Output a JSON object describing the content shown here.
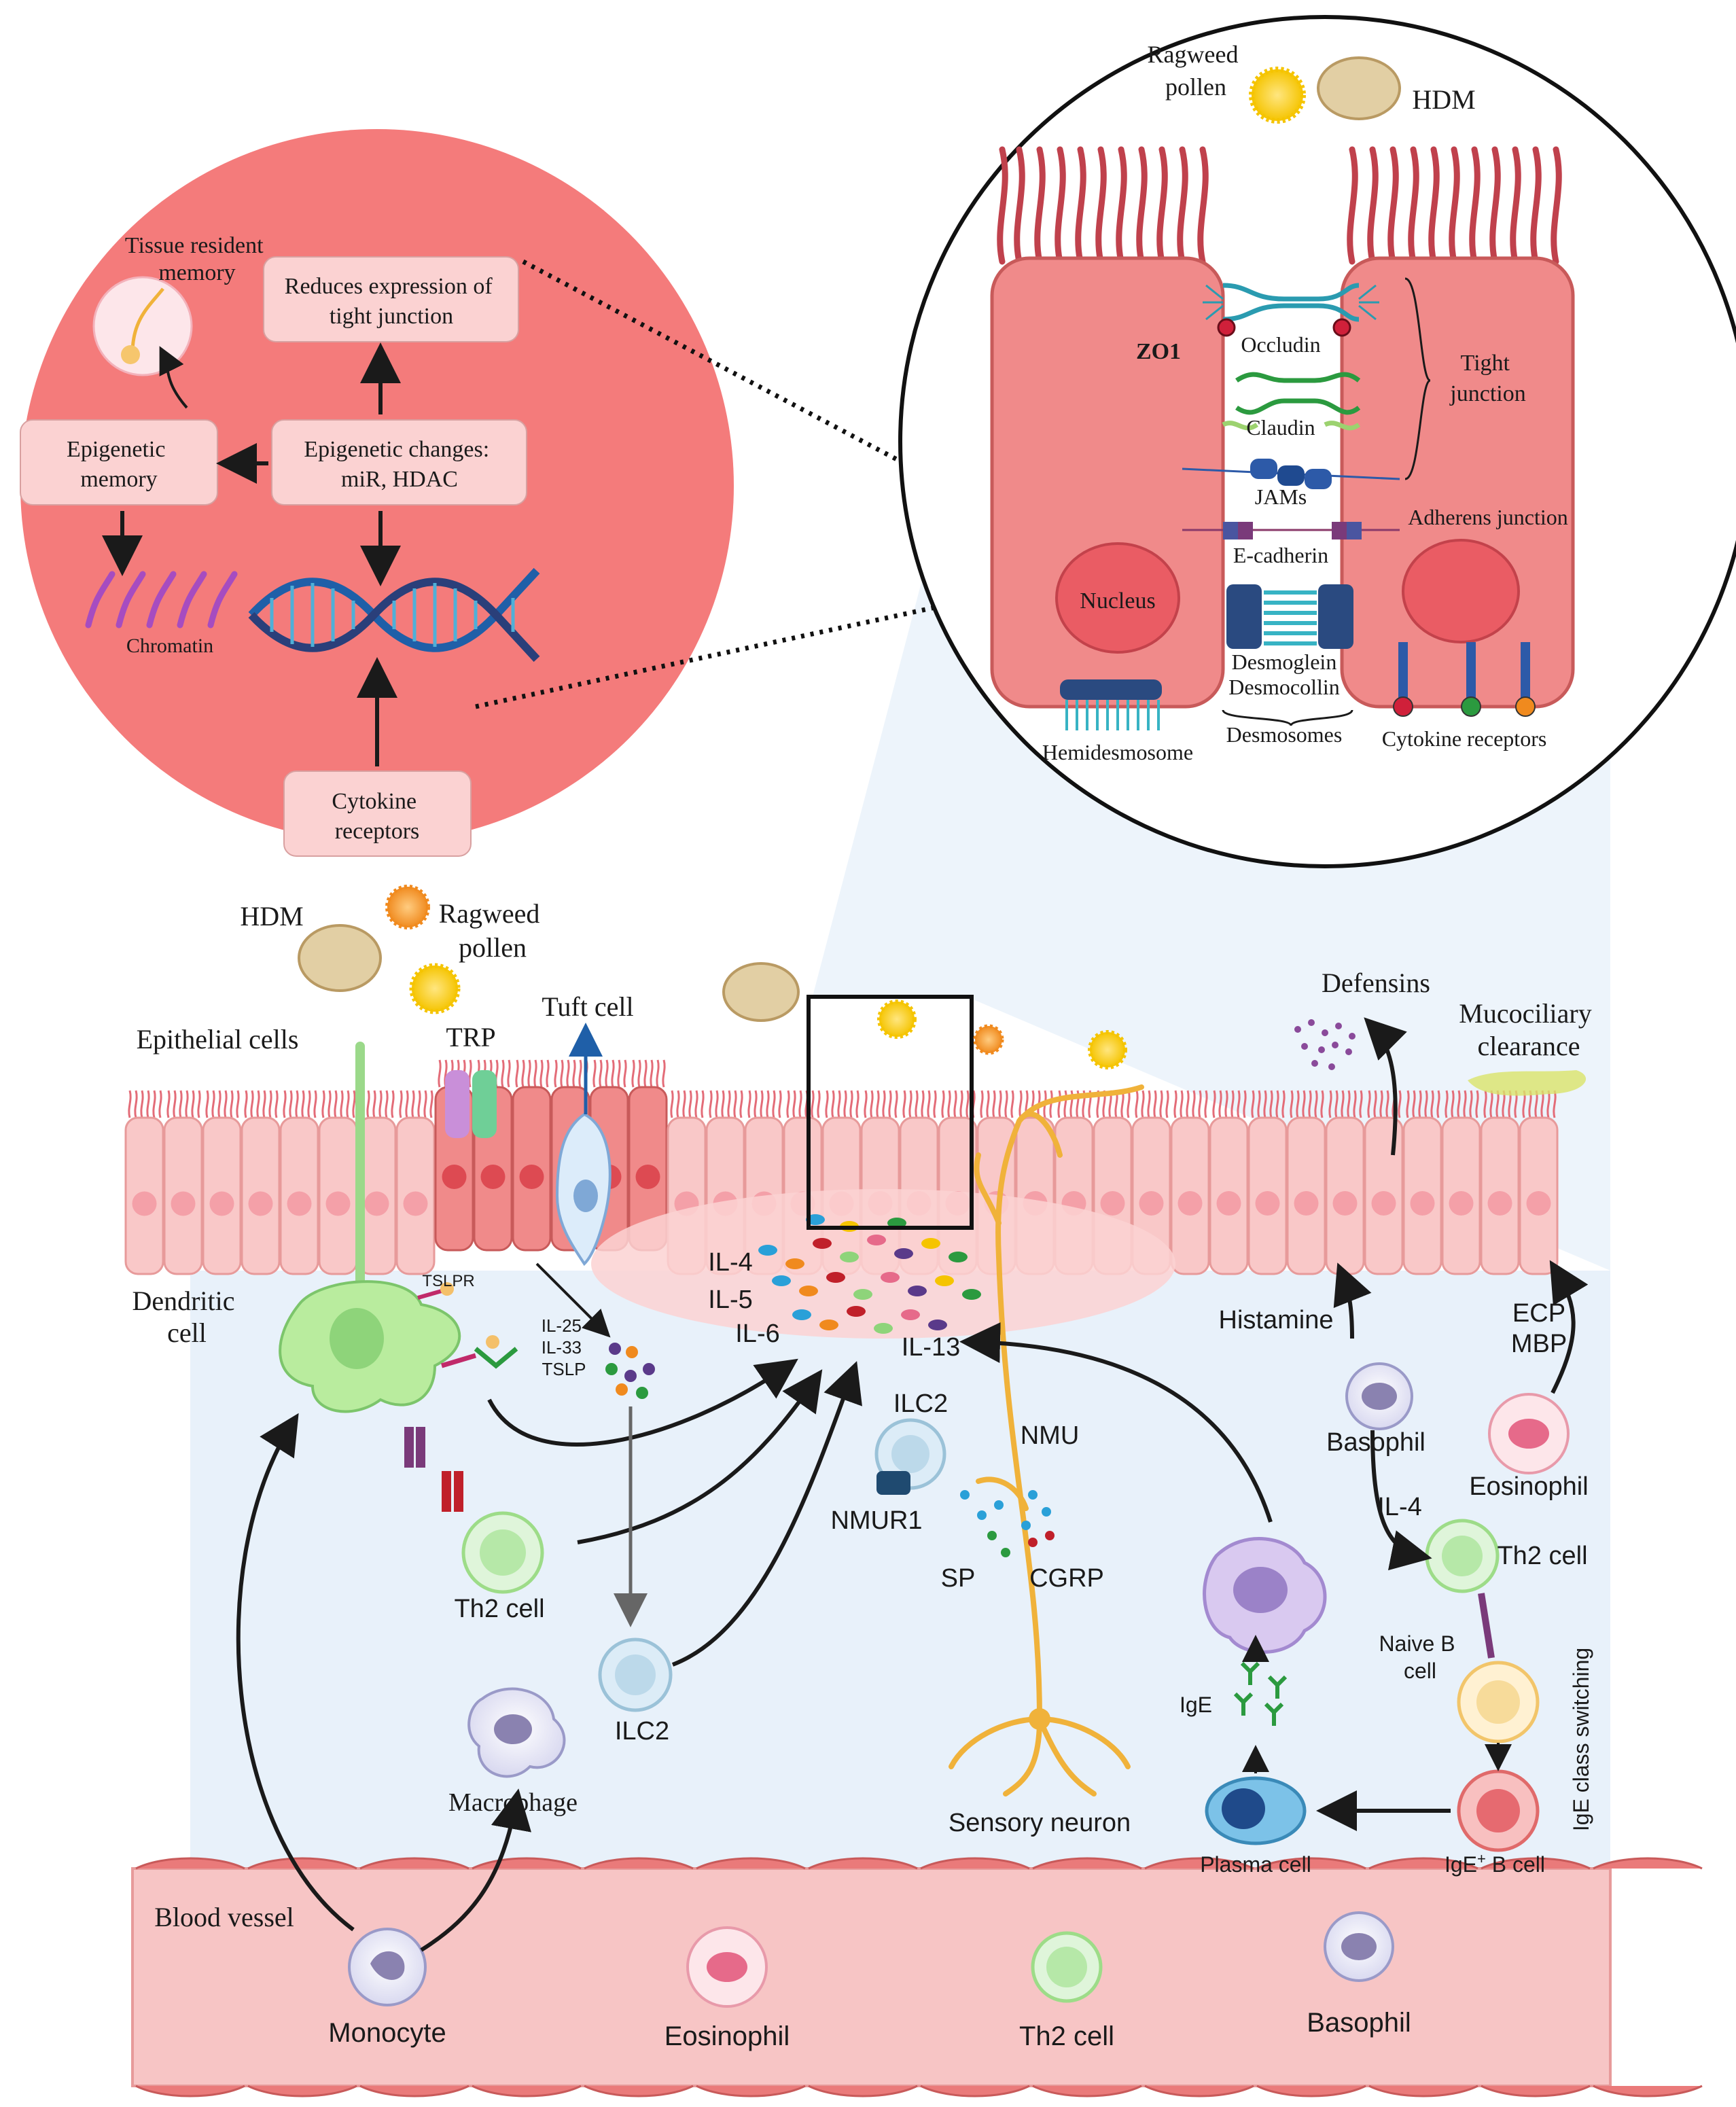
{
  "colors": {
    "inset_left_bg": "#f47b7b",
    "inset_right_bg": "#ffffff",
    "cell_red": "#f08a8a",
    "cell_pink": "#f9c8c8",
    "tissue_bg": "#e8f1fa",
    "vessel": "#f7c5c5",
    "neuron": "#f0b23a",
    "box_fill": "#fbd2d2"
  },
  "left_inset": {
    "tissue_resident_memory": [
      "Tissue resident",
      "memory"
    ],
    "reduces_expression": [
      "Reduces expression of",
      "tight junction"
    ],
    "epigenetic_memory": [
      "Epigenetic",
      "memory"
    ],
    "epigenetic_changes": [
      "Epigenetic changes:",
      "miR, HDAC"
    ],
    "chromatin": "Chromatin",
    "cytokine_receptors_box": [
      "Cytokine",
      "receptors"
    ]
  },
  "right_inset": {
    "ragweed_pollen": [
      "Ragweed",
      "pollen"
    ],
    "hdm": "HDM",
    "zo1": "ZO1",
    "occludin": "Occludin",
    "claudin": "Claudin",
    "tight_junction": [
      "Tight",
      "junction"
    ],
    "jams": "JAMs",
    "adherens_junction": "Adherens junction",
    "e_cadherin": "E-cadherin",
    "nucleus": "Nucleus",
    "desmoglein": "Desmoglein",
    "desmocollin": "Desmocollin",
    "desmosomes": "Desmosomes",
    "hemidesmosome": "Hemidesmosome",
    "cytokine_receptors": "Cytokine receptors"
  },
  "main": {
    "hdm": "HDM",
    "ragweed_pollen": [
      "Ragweed",
      "pollen"
    ],
    "epithelial_cells": "Epithelial cells",
    "trp": "TRP",
    "tuft_cell": "Tuft cell",
    "defensins": "Defensins",
    "mucociliary_clearance": [
      "Mucociliary",
      "clearance"
    ],
    "dendritic_cell": [
      "Dendritic",
      "cell"
    ],
    "tslpr": "TSLPR",
    "il_alarmins": [
      "IL-25",
      "IL-33",
      "TSLP"
    ],
    "il_4": "IL-4",
    "il_5": "IL-5",
    "il_6": "IL-6",
    "il_13": "IL-13",
    "histamine": "Histamine",
    "ecp": "ECP",
    "mbp": "MBP",
    "basophil": "Basophil",
    "eosinophil": "Eosinophil",
    "il_4_b": "IL-4",
    "ilc2_top": "ILC2",
    "nmu": "NMU",
    "nmur1": "NMUR1",
    "sp": "SP",
    "cgrp": "CGRP",
    "th2_cell_left": "Th2 cell",
    "th2_cell_right": "Th2 cell",
    "naive_b_cell": [
      "Naive B",
      "cell"
    ],
    "ige_class_switching": "IgE class switching",
    "ige": "IgE",
    "ilc2_bottom": "ILC2",
    "macrophage": "Macrophage",
    "sensory_neuron": "Sensory neuron",
    "plasma_cell": "Plasma cell",
    "ige_b_cell": "IgE",
    "ige_b_cell_sup": "+",
    "ige_b_cell_rest": " B cell",
    "blood_vessel": "Blood vessel",
    "monocyte": "Monocyte",
    "eosinophil_vessel": "Eosinophil",
    "th2_cell_vessel": "Th2 cell",
    "basophil_vessel": "Basophil"
  }
}
